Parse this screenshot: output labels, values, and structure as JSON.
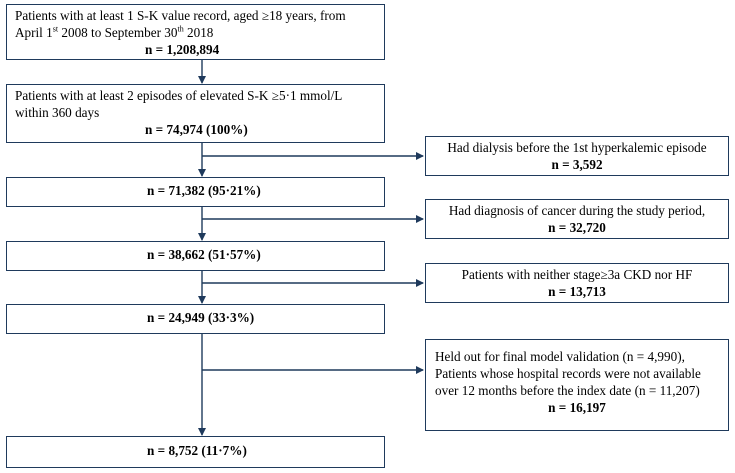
{
  "boxes": {
    "b1": {
      "text_a": "Patients with at least 1 S-K value record, aged ≥18 years, from",
      "text_b1": "April 1",
      "sup1": "st",
      "text_b2": " 2008 to September 30",
      "sup2": "th",
      "text_b3": " 2018",
      "count": "n = 1,208,894"
    },
    "b2": {
      "text_a": "Patients with at least 2 episodes of elevated S-K ≥5·1 mmol/L",
      "text_b": "within 360 days",
      "count": "n = 74,974 (100%)"
    },
    "b3": {
      "count": "n = 71,382 (95·21%)"
    },
    "b4": {
      "count": "n = 38,662 (51·57%)"
    },
    "b5": {
      "count": "n = 24,949 (33·3%)"
    },
    "b6": {
      "count": "n = 8,752 (11·7%)"
    }
  },
  "exclusions": {
    "e1": {
      "text": "Had dialysis before the 1st hyperkalemic episode",
      "count": "n = 3,592"
    },
    "e2": {
      "text": "Had diagnosis of cancer during the study period,",
      "count": "n = 32,720"
    },
    "e3": {
      "text": "Patients with neither stage≥3a CKD nor HF",
      "count": "n = 13,713"
    },
    "e4": {
      "line1": "Held out for final model validation (n = 4,990),",
      "line2": "Patients whose hospital records were not available",
      "line3": "over 12 months before the index date (n = 11,207)",
      "count": "n = 16,197"
    }
  },
  "colors": {
    "border": "#1f3a5c",
    "arrow": "#1f3a5c"
  }
}
